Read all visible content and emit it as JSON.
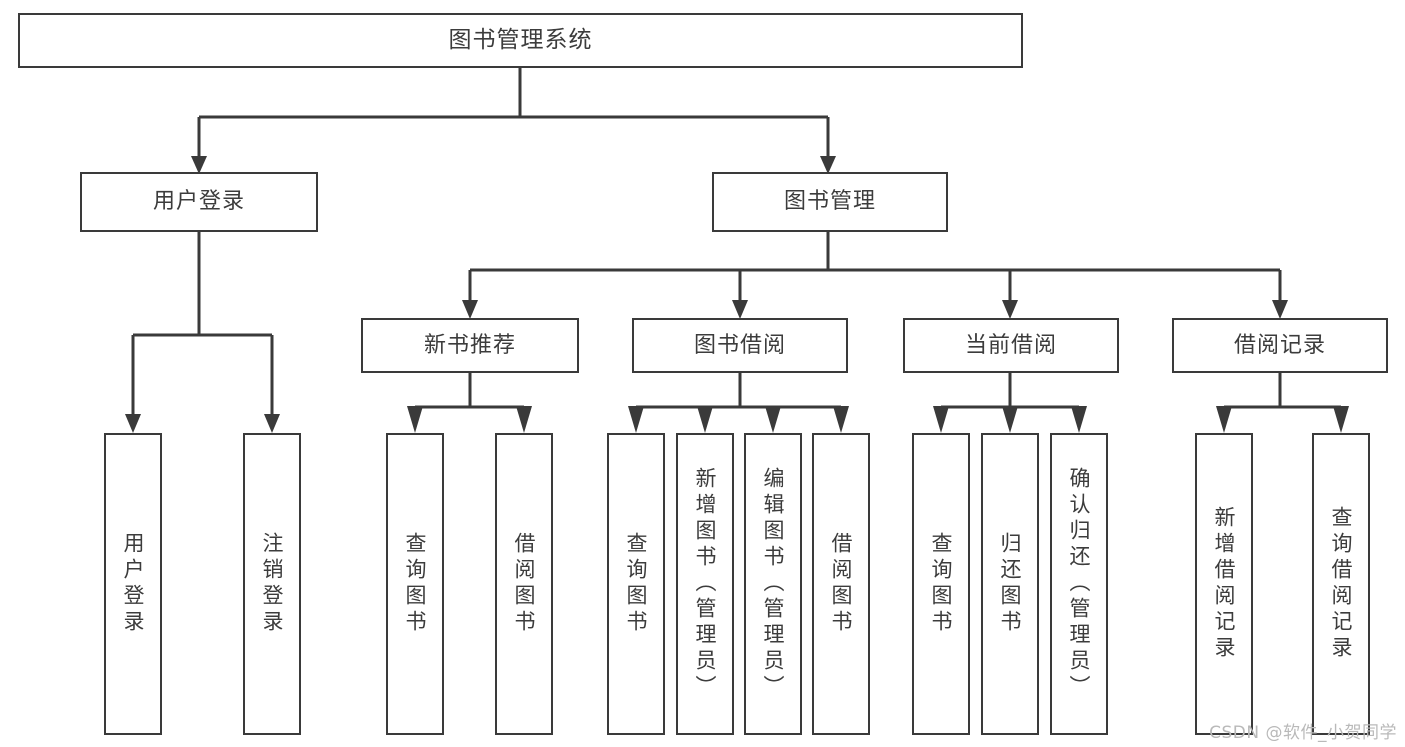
{
  "diagram": {
    "title": "图书管理系统",
    "type": "tree",
    "background": "#ffffff",
    "line_color": "#3a3a3a",
    "text_color": "#3c3c3c"
  },
  "nodes": {
    "root": {
      "label": "图书管理系统"
    },
    "level1": [
      {
        "id": "user-login",
        "label": "用户登录"
      },
      {
        "id": "book-manage",
        "label": "图书管理"
      }
    ],
    "level2": [
      {
        "id": "new-book-recommend",
        "label": "新书推荐"
      },
      {
        "id": "book-borrow",
        "label": "图书借阅"
      },
      {
        "id": "current-borrow",
        "label": "当前借阅"
      },
      {
        "id": "borrow-record",
        "label": "借阅记录"
      }
    ],
    "leaves": {
      "user_login": [
        {
          "id": "leaf-user-login",
          "label": "用户登录"
        },
        {
          "id": "leaf-logout-login",
          "label": "注销登录"
        }
      ],
      "new_book_recommend": [
        {
          "id": "leaf-query-book-1",
          "label": "查询图书"
        },
        {
          "id": "leaf-borrow-book-1",
          "label": "借阅图书"
        }
      ],
      "book_borrow": [
        {
          "id": "leaf-query-book-2",
          "label": "查询图书"
        },
        {
          "id": "leaf-add-book",
          "label": "新增图书（管理员）"
        },
        {
          "id": "leaf-edit-book",
          "label": "编辑图书（管理员）"
        },
        {
          "id": "leaf-borrow-book-2",
          "label": "借阅图书"
        }
      ],
      "current_borrow": [
        {
          "id": "leaf-query-book-3",
          "label": "查询图书"
        },
        {
          "id": "leaf-return-book",
          "label": "归还图书"
        },
        {
          "id": "leaf-confirm-return",
          "label": "确认归还（管理员）"
        }
      ],
      "borrow_record": [
        {
          "id": "leaf-add-record",
          "label": "新增借阅记录"
        },
        {
          "id": "leaf-query-record",
          "label": "查询借阅记录"
        }
      ]
    }
  },
  "watermark": {
    "text": "CSDN @软件_小贺同学"
  }
}
